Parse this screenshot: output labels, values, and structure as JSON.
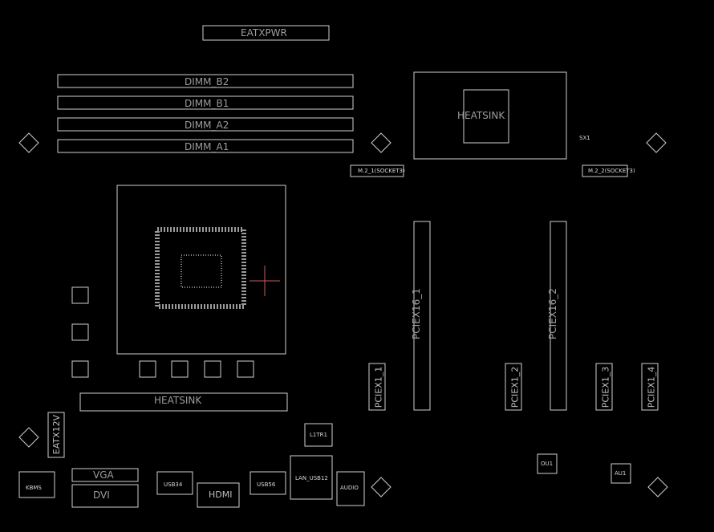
{
  "labels": {
    "eatxpwr": "EATXPWR",
    "dimm_b2": "DIMM_B2",
    "dimm_b1": "DIMM_B1",
    "dimm_a2": "DIMM_A2",
    "dimm_a1": "DIMM_A1",
    "heatsink_cpu": "HEATSINK",
    "heatsink_vrm": "HEATSINK",
    "m2_1": "M.2_1(SOCKET3)",
    "m2_2": "M.2_2(SOCKET3)",
    "pciex16_1": "PCIEX16_1",
    "pciex16_2": "PCIEX16_2",
    "pciex1_1": "PCIEX1_1",
    "pciex1_2": "PCIEX1_2",
    "pciex1_3": "PCIEX1_3",
    "pciex1_4": "PCIEX1_4",
    "eatx12v": "EATX12V",
    "l1tr1": "L1TR1",
    "ou1": "OU1",
    "au1": "AU1",
    "vga": "VGA",
    "dvi": "DVI",
    "hdmi": "HDMI",
    "kbms": "KBMS",
    "audio": "AUDIO",
    "sx1": "SX1",
    "usb_lan": "LAN_USB12",
    "usb34": "USB34",
    "usb56": "USB56"
  }
}
